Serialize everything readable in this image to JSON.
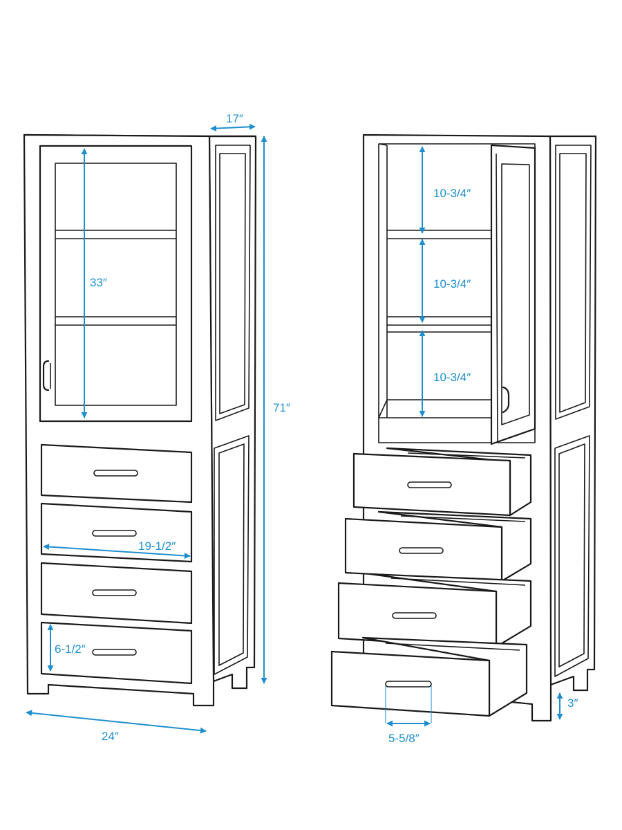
{
  "colors": {
    "outline": "#1a1a1a",
    "dimension": "#1e8fce",
    "background": "#ffffff"
  },
  "dimensions": {
    "depth": "17″",
    "height": "71″",
    "door_height": "33″",
    "drawer_width": "19-1/2″",
    "drawer_height": "6-1/2″",
    "width": "24″",
    "shelf_1": "10-3/4″",
    "shelf_2": "10-3/4″",
    "shelf_3": "10-3/4″",
    "handle": "5-5/8″",
    "leg": "3″"
  }
}
